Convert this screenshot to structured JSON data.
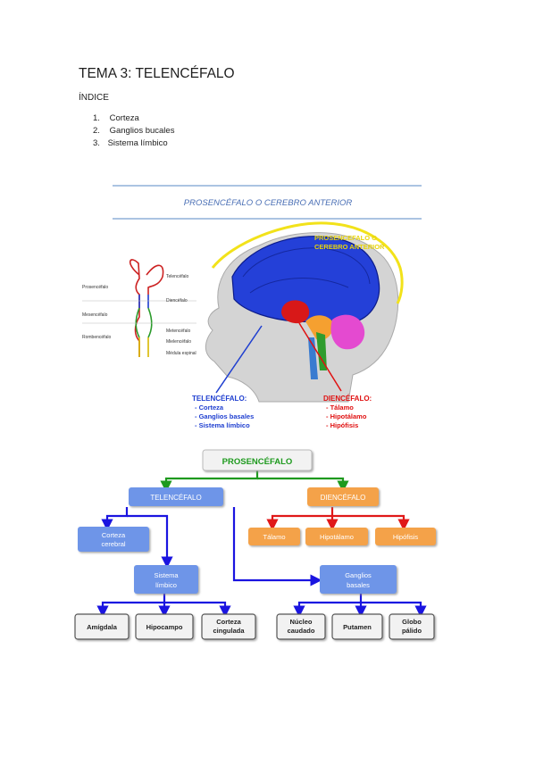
{
  "doc": {
    "title": "TEMA 3: TELENCÉFALO",
    "indice_label": "ÍNDICE",
    "index_items": [
      {
        "num": "1.",
        "text": "Corteza"
      },
      {
        "num": "2.",
        "text": "Ganglios bucales"
      },
      {
        "num": "3.",
        "text": "Sistema límbico"
      }
    ]
  },
  "figure1": {
    "header": "PROSENCÉFALO O CEREBRO ANTERIOR",
    "yellow_label_1": "PROSENCEFALO O",
    "yellow_label_2": "CEREBRO ANTERIOR",
    "embryo_left": [
      "Prosencéfalo",
      "Mesencéfalo",
      "Rombencéfalo"
    ],
    "embryo_right": [
      "Telencéfalo",
      "Diencéfalo",
      "Metencéfalo",
      "Mielencéfalo",
      "Médula espinal"
    ],
    "telencefalo_title": "TELENCÉFALO:",
    "telencefalo_items": [
      "- Corteza",
      "- Ganglios basales",
      "- Sistema límbico"
    ],
    "diencefalo_title": "DIENCÉFALO:",
    "diencefalo_items": [
      "- Tálamo",
      "- Hipotálamo",
      "- Hipófisis"
    ],
    "colors": {
      "blue": "#1f3fd0",
      "red": "#e01010",
      "yellow": "#f2e21a",
      "pink": "#e040c0",
      "orange": "#f59a20",
      "green": "#2f9c2f"
    }
  },
  "figure2": {
    "root": "PROSENCÉFALO",
    "tele": "TELENCÉFALO",
    "dien": "DIENCÉFALO",
    "corteza": [
      "Corteza",
      "cerebral"
    ],
    "sistema": [
      "Sistema",
      "límbico"
    ],
    "ganglios": [
      "Ganglios",
      "basales"
    ],
    "dien_children": [
      "Tálamo",
      "Hipotálamo",
      "Hipófisis"
    ],
    "limbic_children": [
      [
        "Amígdala"
      ],
      [
        "Hipocampo"
      ],
      [
        "Corteza",
        "cingulada"
      ]
    ],
    "ganglia_children": [
      [
        "Núcleo",
        "caudado"
      ],
      [
        "Putamen"
      ],
      [
        "Globo",
        "pálido"
      ]
    ],
    "colors": {
      "green": "#1e9a1e",
      "blue": "#1a14e0",
      "red": "#e01818",
      "blue_box": "#6e95e8",
      "orange_box": "#f4a24a"
    }
  }
}
